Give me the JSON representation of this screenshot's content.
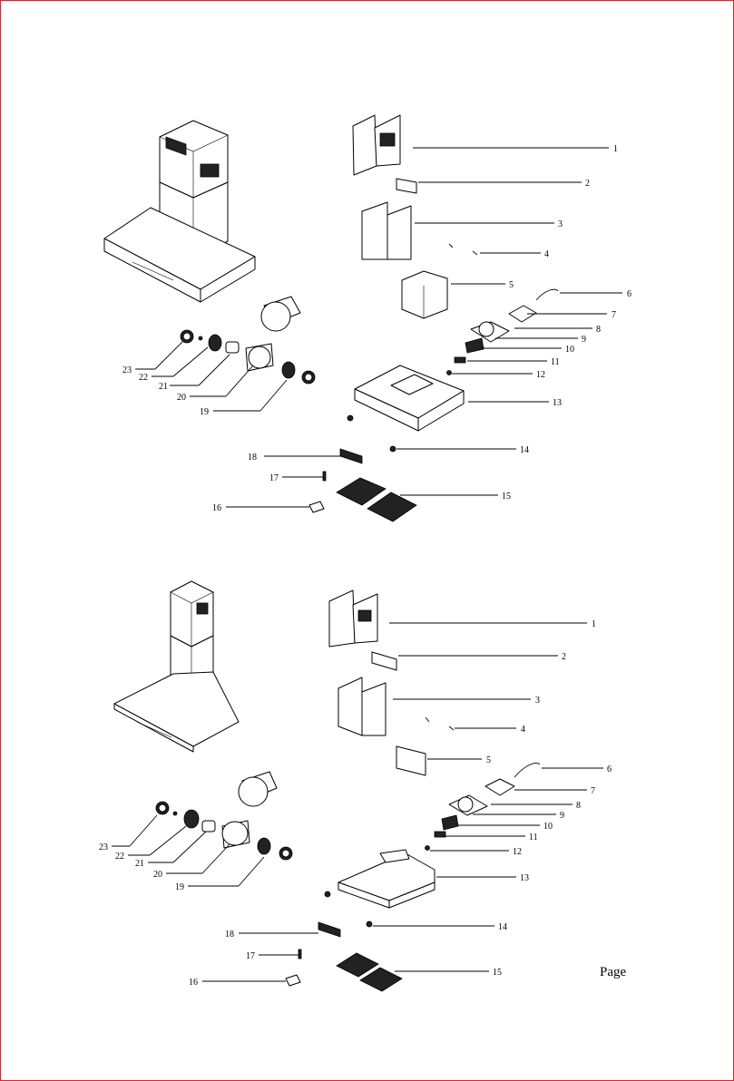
{
  "footer": {
    "page_word": "Page"
  },
  "colors": {
    "border": "#e02030",
    "ink": "#000000"
  },
  "diagram_top": {
    "labels": [
      "1",
      "2",
      "3",
      "4",
      "5",
      "6",
      "7",
      "8",
      "9",
      "10",
      "11",
      "12",
      "13",
      "14",
      "15",
      "16",
      "17",
      "18",
      "19",
      "20",
      "21",
      "22",
      "23"
    ]
  },
  "diagram_bottom": {
    "labels": [
      "1",
      "2",
      "3",
      "4",
      "5",
      "6",
      "7",
      "8",
      "9",
      "10",
      "11",
      "12",
      "13",
      "14",
      "15",
      "16",
      "17",
      "18",
      "19",
      "20",
      "21",
      "22",
      "23"
    ]
  }
}
